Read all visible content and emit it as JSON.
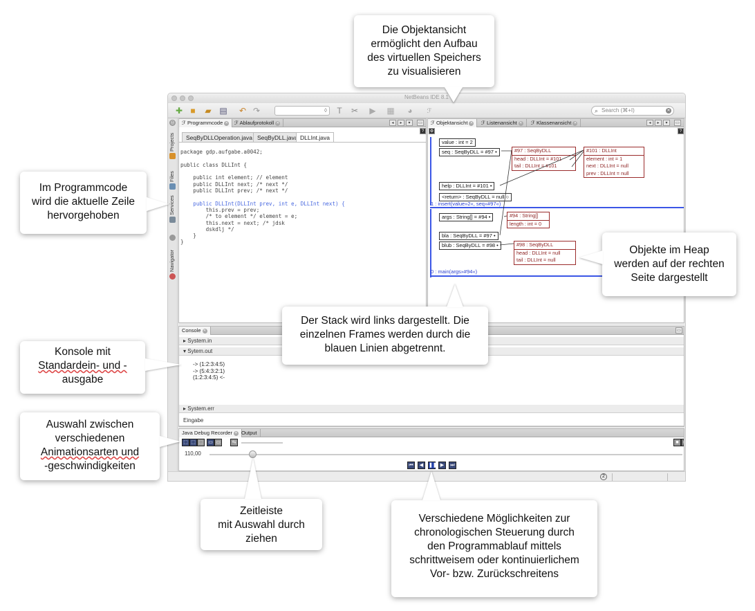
{
  "window": {
    "title": "NetBeans IDE 8.1",
    "search_placeholder": "Search (⌘+I)"
  },
  "sidebar": {
    "projects": "Projects",
    "files": "Files",
    "services": "Services",
    "navigator": "Navigator"
  },
  "editor_panel": {
    "tabs": [
      "Programmcode",
      "Ablaufprotokoll"
    ],
    "file_tabs": [
      "SeqByDLLOperation.java",
      "SeqByDLL.java",
      "DLLInt.java"
    ],
    "code_lines": [
      "package gdp.aufgabe.a0042;",
      "",
      "public class DLLInt {",
      "",
      "    public int element; // element",
      "    public DLLInt next; /* next */",
      "    public DLLInt prev; /* next */",
      "",
      "    public DLLInt(DLLInt prev, int e, DLLInt next) {",
      "        this.prev = prev;",
      "        /* to element */ element = e;",
      "        this.next = next; /* jdsk",
      "        dskdlj */",
      "    }",
      "}"
    ],
    "highlighted_line": "    public DLLInt(DLLInt prev, int e, DLLInt next) {"
  },
  "object_panel": {
    "tabs": [
      "Objektansicht",
      "Listenansicht",
      "Klassenansicht"
    ],
    "frame1": {
      "vars": [
        "value : int = 2",
        "seq : SeqByDLL = #97",
        "help : DLLInt = #101",
        "<return> : SeqByDLL = null"
      ],
      "label": "1 : insert(value»2«, seq»#97«)"
    },
    "frame0": {
      "vars": [
        "args : String[] = #94",
        "bla : SeqByDLL = #97",
        "blub : SeqByDLL = #98"
      ],
      "label": "0 : main(args»#94«)"
    },
    "objects": {
      "o97": {
        "header": "#97 : SeqByDLL",
        "rows": [
          "head : DLLInt = #101",
          "tail : DLLInt = #101"
        ]
      },
      "o101": {
        "header": "#101 : DLLInt",
        "rows": [
          "element : int = 1",
          "next : DLLInt = null",
          "prev : DLLInt = null"
        ]
      },
      "o94": {
        "header": "#94 : String[]",
        "rows": [
          "length : int = 0"
        ]
      },
      "o98": {
        "header": "#98 : SeqByDLL",
        "rows": [
          "head : DLLInt = null",
          "tail : DLLInt = null"
        ]
      }
    }
  },
  "console": {
    "tab": "Console",
    "system_in": "System.in",
    "system_out": "Sytem.out",
    "output_lines": [
      "-> (1:2:3:4:5)",
      "-> (5:4:3:2:1)",
      "(1:2:3:4:5) <-"
    ],
    "system_err": "System.err",
    "input_label": "Eingabe"
  },
  "debug": {
    "tabs": [
      "Java Debug Recorder",
      "Output"
    ],
    "speed_value": "110,00",
    "timeline_fraction": 0.09
  },
  "callouts": {
    "top": [
      "Die Objektansicht",
      "ermöglicht den Aufbau",
      "des virtuellen Speichers",
      "zu visualisieren"
    ],
    "code": [
      "Im Programmcode",
      "wird die aktuelle Zeile",
      "hervorgehoben"
    ],
    "heap": [
      "Objekte im Heap",
      "werden auf der rechten",
      "Seite dargestellt"
    ],
    "stack": [
      "Der Stack wird links dargestellt. Die",
      "einzelnen Frames werden durch die",
      "blauen Linien abgetrennt."
    ],
    "console": [
      "Konsole mit",
      "Standardein- und -",
      "ausgabe"
    ],
    "anim": [
      "Auswahl zwischen",
      "verschiedenen",
      "Animationsarten und",
      "-geschwindigkeiten"
    ],
    "timeline": [
      "Zeitleiste",
      "mit Auswahl durch",
      "ziehen"
    ],
    "control": [
      "Verschiedene Möglichkeiten zur",
      "chronologischen Steuerung durch",
      "den Programmablauf mittels",
      "schrittweisem oder kontinuierlichem",
      "Vor- bzw. Zurückschreitens"
    ]
  }
}
